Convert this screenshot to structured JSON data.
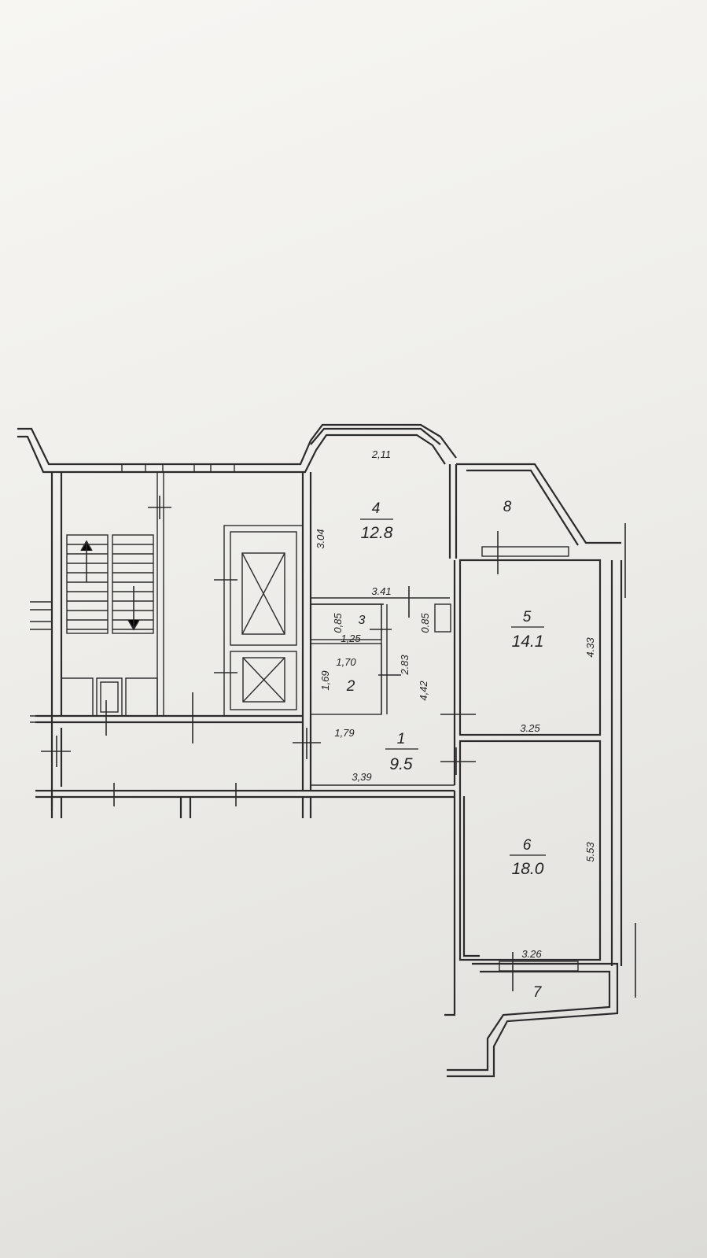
{
  "rooms": [
    {
      "number": "1",
      "area": "9.5"
    },
    {
      "number": "2",
      "area": ""
    },
    {
      "number": "3",
      "area": ""
    },
    {
      "number": "4",
      "area": "12.8"
    },
    {
      "number": "5",
      "area": "14.1"
    },
    {
      "number": "6",
      "area": "18.0"
    },
    {
      "number": "7",
      "area": ""
    },
    {
      "number": "8",
      "area": ""
    }
  ],
  "dimensions": {
    "d_2_11": "2,11",
    "d_3_04": "3.04",
    "d_3_41": "3.41",
    "d_0_85a": "0,85",
    "d_0_85b": "0.85",
    "d_1_25": "1,25",
    "d_1_69": "1,69",
    "d_1_70": "1,70",
    "d_2_83": "2.83",
    "d_4_42": "4,42",
    "d_1_79": "1,79",
    "d_3_39": "3,39",
    "d_4_33": "4.33",
    "d_3_25": "3.25",
    "d_5_53": "5.53",
    "d_3_26": "3.26"
  }
}
